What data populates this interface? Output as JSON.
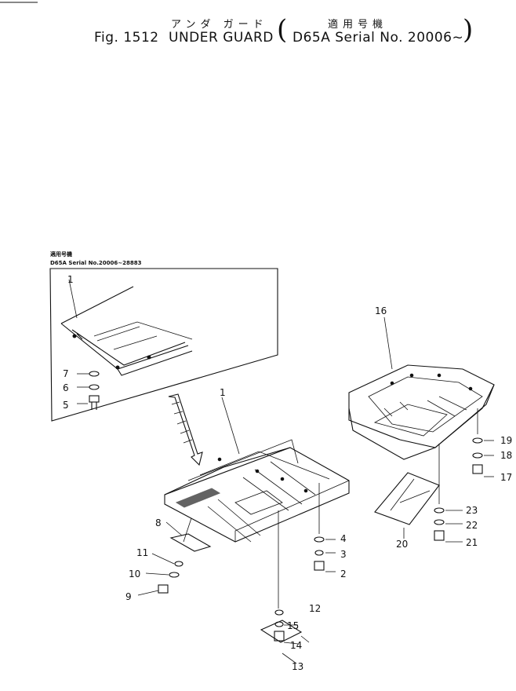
{
  "header": {
    "jp_title": "アンダ ガード",
    "jp_applicable": "適用号機",
    "fig": "Fig. 1512",
    "title": "UNDER GUARD",
    "serial": "D65A Serial No. 20006~"
  },
  "inset": {
    "jp_label": "適用号機",
    "serial": "D65A Serial No.20006~28883"
  },
  "callouts": [
    "1",
    "2",
    "3",
    "4",
    "5",
    "6",
    "7",
    "8",
    "9",
    "10",
    "11",
    "12",
    "13",
    "14",
    "15",
    "16",
    "17",
    "18",
    "19",
    "20",
    "21",
    "22",
    "23"
  ]
}
